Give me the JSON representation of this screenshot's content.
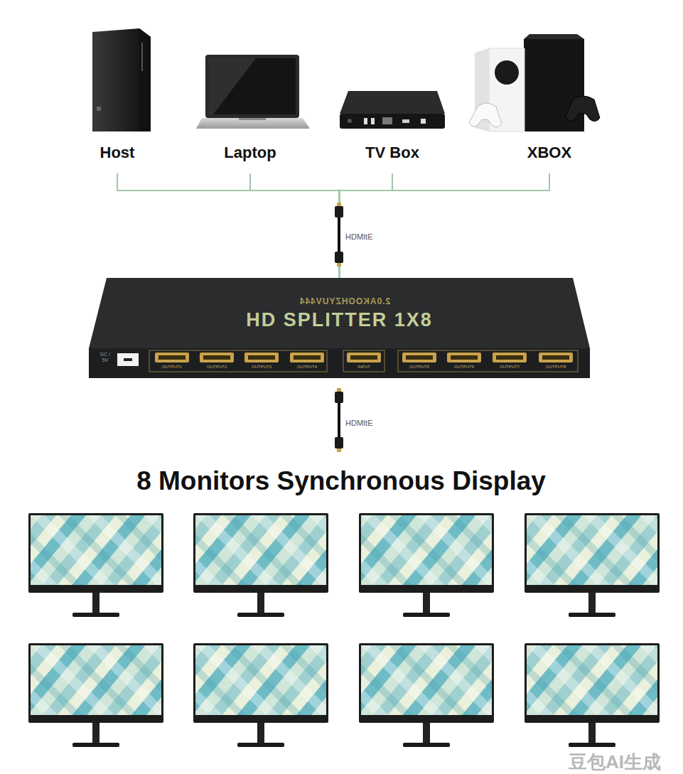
{
  "diagram": {
    "title": "8 Monitors Synchronous Display",
    "nodes": [
      {
        "text": [
          "Host"
        ]
      },
      {
        "text": [
          "Laptop"
        ]
      },
      {
        "text": [
          "TV Box"
        ]
      },
      {
        "text": [
          "XBOX"
        ]
      },
      {
        "text": [
          "HD SPLITTER 1X8"
        ]
      }
    ],
    "edges": [
      {
        "from": 0,
        "to": 4,
        "arrow": "none"
      },
      {
        "from": 1,
        "to": 4,
        "arrow": "none"
      },
      {
        "from": 2,
        "to": 4,
        "arrow": "none"
      },
      {
        "from": 3,
        "to": 4,
        "arrow": "none"
      }
    ],
    "labels": [
      "HDMItE",
      "2.0AKOOHZYUV444",
      "DC / 5V",
      "OUTPUT1",
      "OUTPUT2",
      "OUTPUT3",
      "OUTPUT4",
      "INPUT",
      "OUTPUT5",
      "OUTPUT6",
      "OUTPUT7",
      "OUTPUT8",
      "HDMItE",
      "豆包AI生成"
    ]
  }
}
